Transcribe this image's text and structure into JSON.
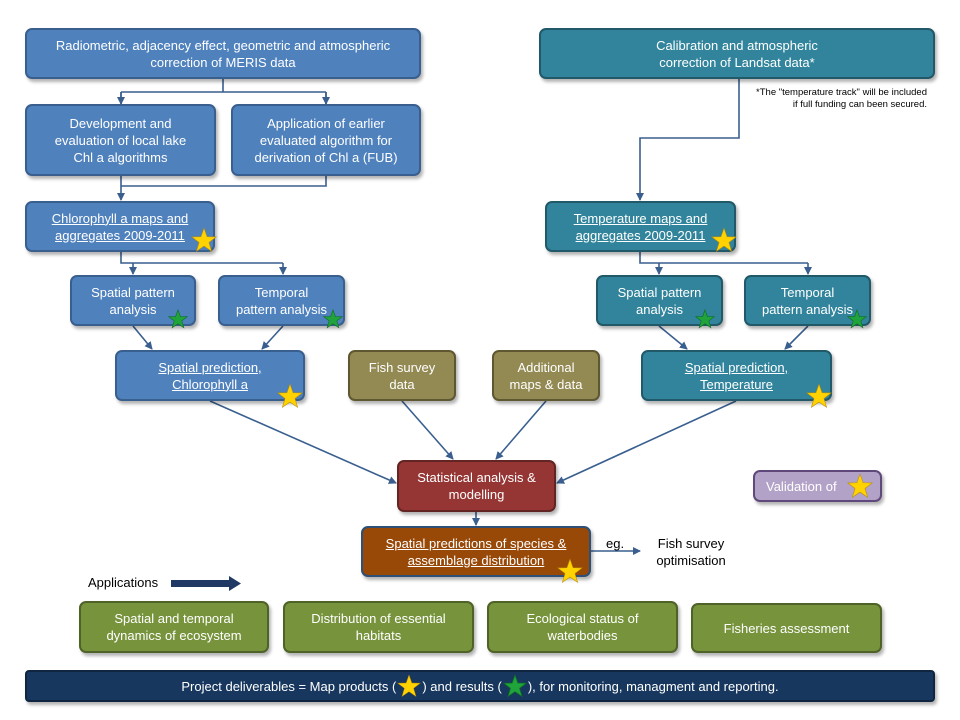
{
  "colors": {
    "chl_track": "#4f81bd",
    "temp_track": "#31849b",
    "input_data": "#938953",
    "analysis": "#963634",
    "output": "#984807",
    "applications": "#77933c",
    "validation": "#b3a2c7",
    "footer": "#17375e",
    "map_product_star": "#ffd200",
    "result_star": "#1fa33a"
  },
  "icons": {
    "map_product": "yellow-star-icon",
    "result": "green-star-icon"
  },
  "nodes": {
    "meris_correction": "Radiometric, adjacency effect, geometric and atmospheric\ncorrection of MERIS data",
    "landsat_correction": "Calibration and atmospheric\ncorrection of Landsat data*",
    "local_chla_algorithms": "Development and\nevaluation of local lake\nChl a algorithms",
    "fub_algorithm": "Application of earlier\nevaluated algorithm for\nderivation of Chl a (FUB)",
    "chl_maps": "Chlorophyll a maps and\naggregates 2009-2011",
    "temp_maps": "Temperature maps and\naggregates 2009-2011",
    "chl_spatial_pattern": "Spatial pattern\nanalysis",
    "chl_temporal_pattern": "Temporal\npattern analysis",
    "temp_spatial_pattern": "Spatial pattern\nanalysis",
    "temp_temporal_pattern": "Temporal\npattern analysis",
    "spatial_prediction_chl": "Spatial prediction,\nChlorophyll a",
    "fish_survey_data": "Fish survey\ndata",
    "additional_maps": "Additional\nmaps & data",
    "spatial_prediction_temp": "Spatial prediction,\nTemperature",
    "statistical_analysis": "Statistical analysis &\nmodelling",
    "validation": "Validation of",
    "species_predictions": "Spatial predictions of species &\nassemblage distribution",
    "fish_survey_optimisation": "Fish survey\noptimisation"
  },
  "labels": {
    "temperature_note": "*The \"temperature track\" will be included\nif full funding can been secured.",
    "eg": "eg.",
    "applications": "Applications"
  },
  "applications": [
    "Spatial and temporal\ndynamics of ecosystem",
    "Distribution of essential\nhabitats",
    "Ecological status of\nwaterbodies",
    "Fisheries assessment"
  ],
  "footer": {
    "part1": "Project deliverables = Map products (",
    "part2": ") and results (",
    "part3": "), for monitoring, managment and reporting."
  }
}
